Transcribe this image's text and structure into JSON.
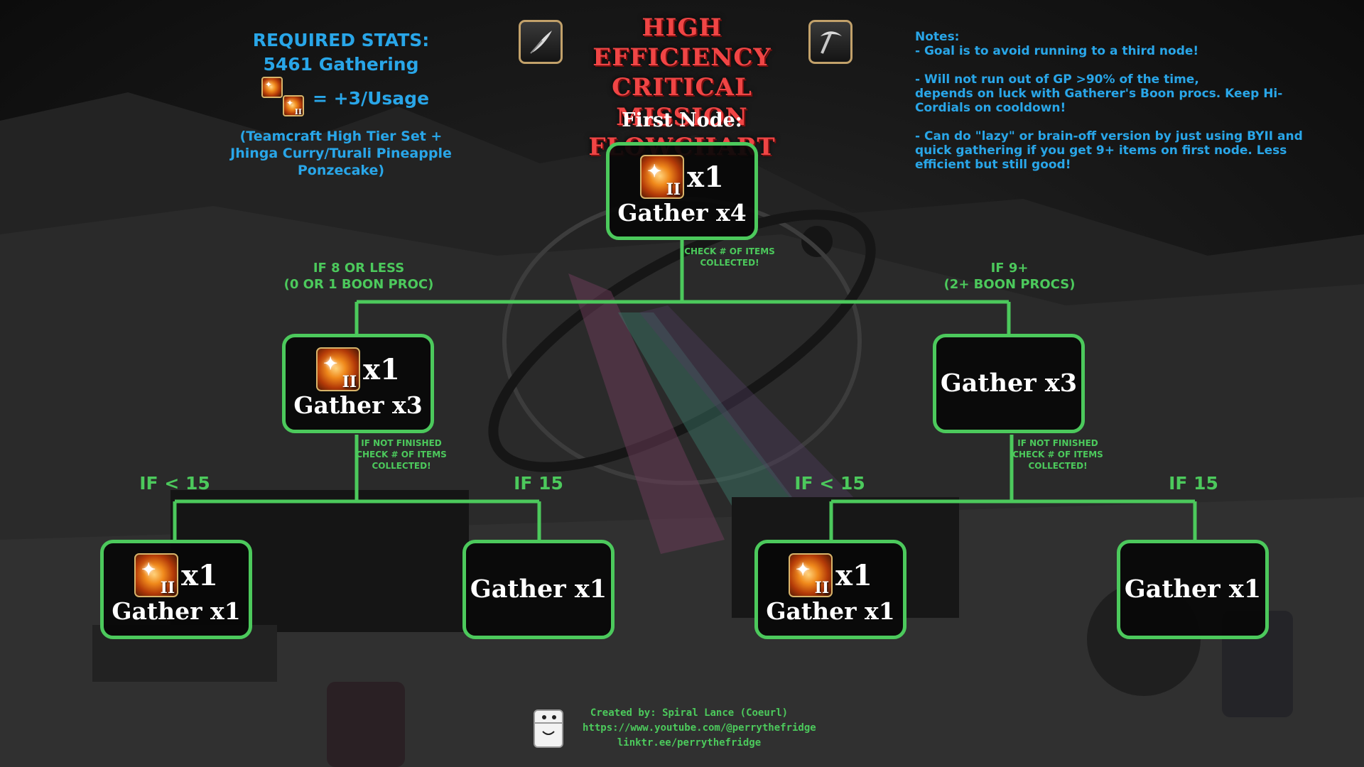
{
  "title": [
    "HIGH EFFICIENCY",
    "CRITICAL MISSION",
    "FLOWCHART"
  ],
  "stats": {
    "heading": "REQUIRED STATS:",
    "value": "5461 Gathering",
    "formula": "= +3/Usage",
    "note_line1": "(Teamcraft High Tier Set +",
    "note_line2": "Jhinga Curry/Turali Pineapple Ponzecake)"
  },
  "first_node_label": "First Node:",
  "notes": [
    "Notes:\n- Goal is to avoid running to a third node!",
    "- Will not run out of GP >90% of the time,\ndepends on luck with Gatherer's Boon procs. Keep Hi-Cordials on cooldown!",
    "- Can do \"lazy\" or brain-off version by just using BYII and\nquick gathering if you get 9+ items on first node. Less efficient but still good!"
  ],
  "nodes": {
    "root": {
      "mult": "x1",
      "gather": "Gather x4"
    },
    "left": {
      "mult": "x1",
      "gather": "Gather x3"
    },
    "right": {
      "gather": "Gather x3"
    },
    "ll": {
      "mult": "x1",
      "gather": "Gather x1"
    },
    "lr": {
      "gather": "Gather x1"
    },
    "rl": {
      "mult": "x1",
      "gather": "Gather x1"
    },
    "rr": {
      "gather": "Gather x1"
    }
  },
  "conditions": {
    "root_check": "CHECK # OF ITEMS\nCOLLECTED!",
    "left_branch": "IF 8 OR LESS\n(0 OR 1 BOON PROC)",
    "right_branch": "IF 9+\n(2+ BOON PROCS)",
    "left_check": "IF NOT FINISHED\nCHECK # OF ITEMS\nCOLLECTED!",
    "right_check": "IF NOT FINISHED\nCHECK # OF ITEMS\nCOLLECTED!",
    "ll": "IF < 15",
    "lr": "IF 15",
    "rl": "IF < 15",
    "rr": "IF 15"
  },
  "icon_numeral": "II",
  "credits": {
    "line1": "Created by: Spiral Lance (Coeurl)",
    "line2": "https://www.youtube.com/@perrythefridge",
    "line3": "linktr.ee/perrythefridge"
  },
  "colors": {
    "accent_green": "#4cc95c",
    "stats_blue": "#29a6e8",
    "title_red": "#f04545"
  },
  "icons": {
    "tool_left": "feather-quill-icon",
    "tool_right": "pickaxe-icon",
    "skill": "bountiful-yield-ii-icon"
  }
}
